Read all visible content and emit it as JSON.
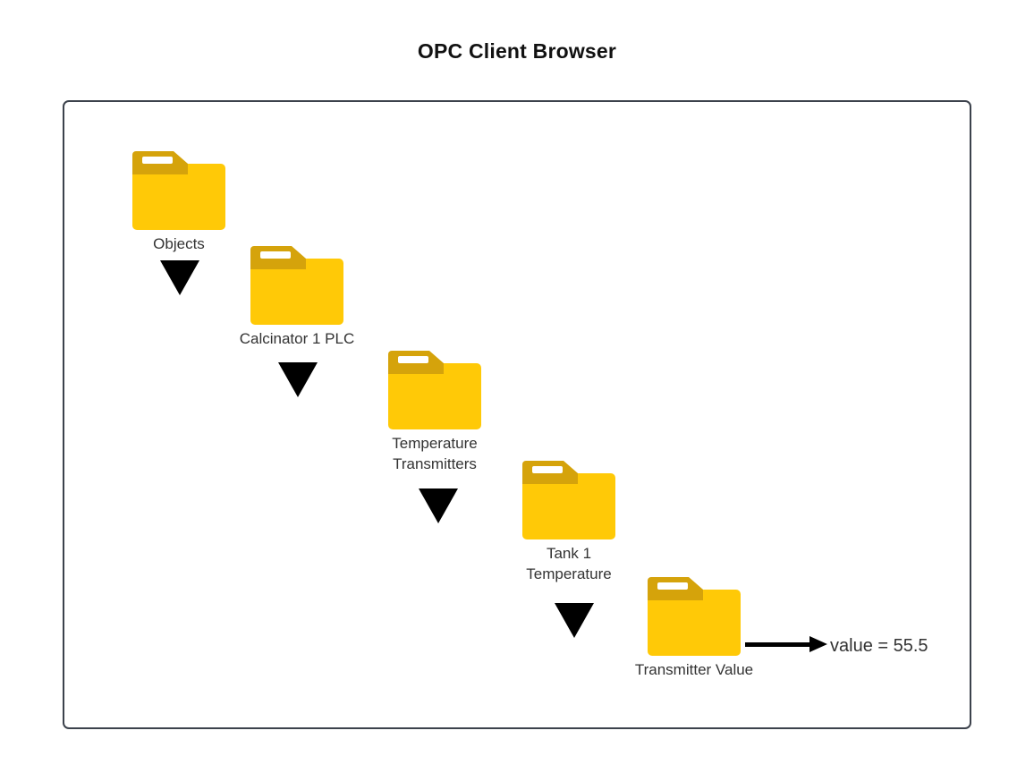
{
  "page": {
    "title": "OPC Client Browser",
    "background_color": "#ffffff",
    "frame_border_color": "#3c424c"
  },
  "colors": {
    "folder_body": "#ffc907",
    "folder_tab": "#d5a30b",
    "folder_slot": "#ffffff",
    "arrow": "#000000",
    "label_text": "#333333",
    "title_text": "#111111"
  },
  "tree": {
    "nodes": [
      {
        "id": "objects",
        "label": "Objects",
        "icon": "folder-icon",
        "level": 0
      },
      {
        "id": "calcinator-1-plc",
        "label": "Calcinator 1 PLC",
        "icon": "folder-icon",
        "level": 1
      },
      {
        "id": "temperature-transmitters",
        "label": "Temperature\nTransmitters",
        "icon": "folder-icon",
        "level": 2
      },
      {
        "id": "tank-1-temperature",
        "label": "Tank 1\nTemperature",
        "icon": "folder-icon",
        "level": 3
      },
      {
        "id": "transmitter-value",
        "label": "Transmitter Value",
        "icon": "folder-icon",
        "level": 4
      }
    ],
    "connectors": [
      {
        "id": "connector-1",
        "icon": "triangle-down-icon",
        "from": "objects",
        "to": "calcinator-1-plc"
      },
      {
        "id": "connector-2",
        "icon": "triangle-down-icon",
        "from": "calcinator-1-plc",
        "to": "temperature-transmitters"
      },
      {
        "id": "connector-3",
        "icon": "triangle-down-icon",
        "from": "temperature-transmitters",
        "to": "tank-1-temperature"
      },
      {
        "id": "connector-4",
        "icon": "triangle-down-icon",
        "from": "tank-1-temperature",
        "to": "transmitter-value"
      }
    ]
  },
  "annotation": {
    "arrow_icon": "arrow-right-icon",
    "value_text": "value = 55.5"
  }
}
